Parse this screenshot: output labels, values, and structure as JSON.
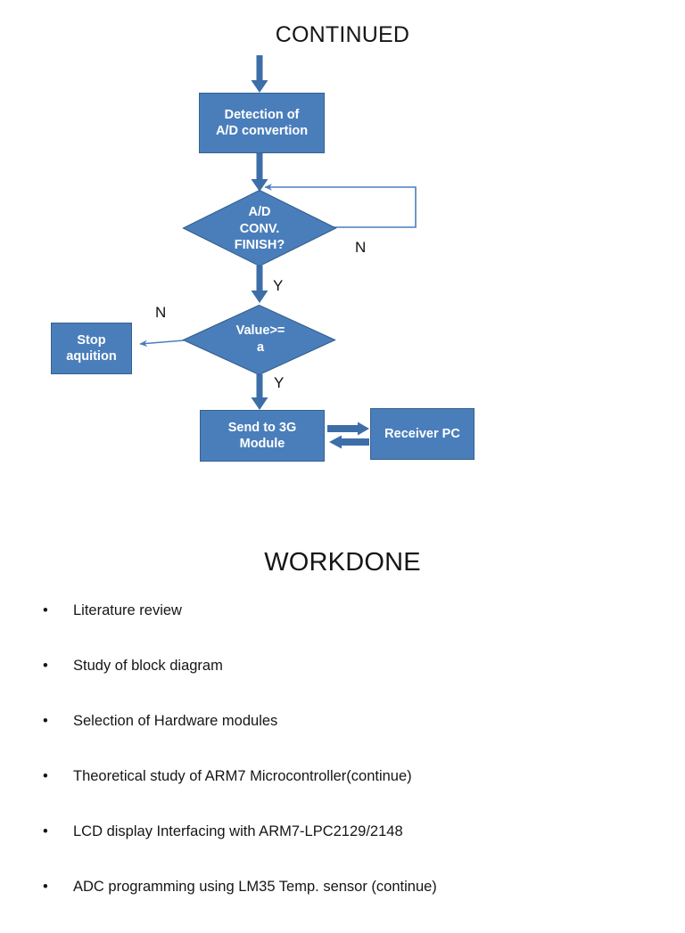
{
  "slide1": {
    "title": "CONTINUED",
    "flowchart": {
      "nodes": {
        "detection": "Detection of\nA/D convertion",
        "adc_finish": "A/D\nCONV.\nFINISH?",
        "value_cmp": "Value>=\na",
        "stop": "Stop\naquition",
        "send3g": "Send to 3G\nModule",
        "receiver": "Receiver PC"
      },
      "node_lines": {
        "detection_l1": "Detection of",
        "detection_l2": "A/D convertion",
        "adc_finish_l1": "A/D",
        "adc_finish_l2": "CONV.",
        "adc_finish_l3": "FINISH?",
        "value_cmp_l1": "Value>=",
        "value_cmp_l2": "a",
        "stop_l1": "Stop",
        "stop_l2": "aquition",
        "send3g_l1": "Send to 3G",
        "send3g_l2": "Module",
        "receiver_l1": "Receiver PC"
      },
      "edge_labels": {
        "adc_no": "N",
        "adc_yes": "Y",
        "value_no": "N",
        "value_yes": "Y"
      },
      "colors": {
        "node_fill": "#4a7ebb",
        "node_border": "#37618f",
        "arrow_thick": "#3d6ea8",
        "arrow_thin": "#4a7ebb",
        "text": "#ffffff"
      }
    }
  },
  "slide2": {
    "title": "WORKDONE",
    "bullet_char": "•",
    "bullets": [
      "Literature review",
      "Study of block diagram",
      "Selection of Hardware modules",
      "Theoretical study of ARM7 Microcontroller(continue)",
      "LCD display Interfacing with ARM7-LPC2129/2148",
      "ADC programming using LM35 Temp. sensor (continue)"
    ]
  }
}
